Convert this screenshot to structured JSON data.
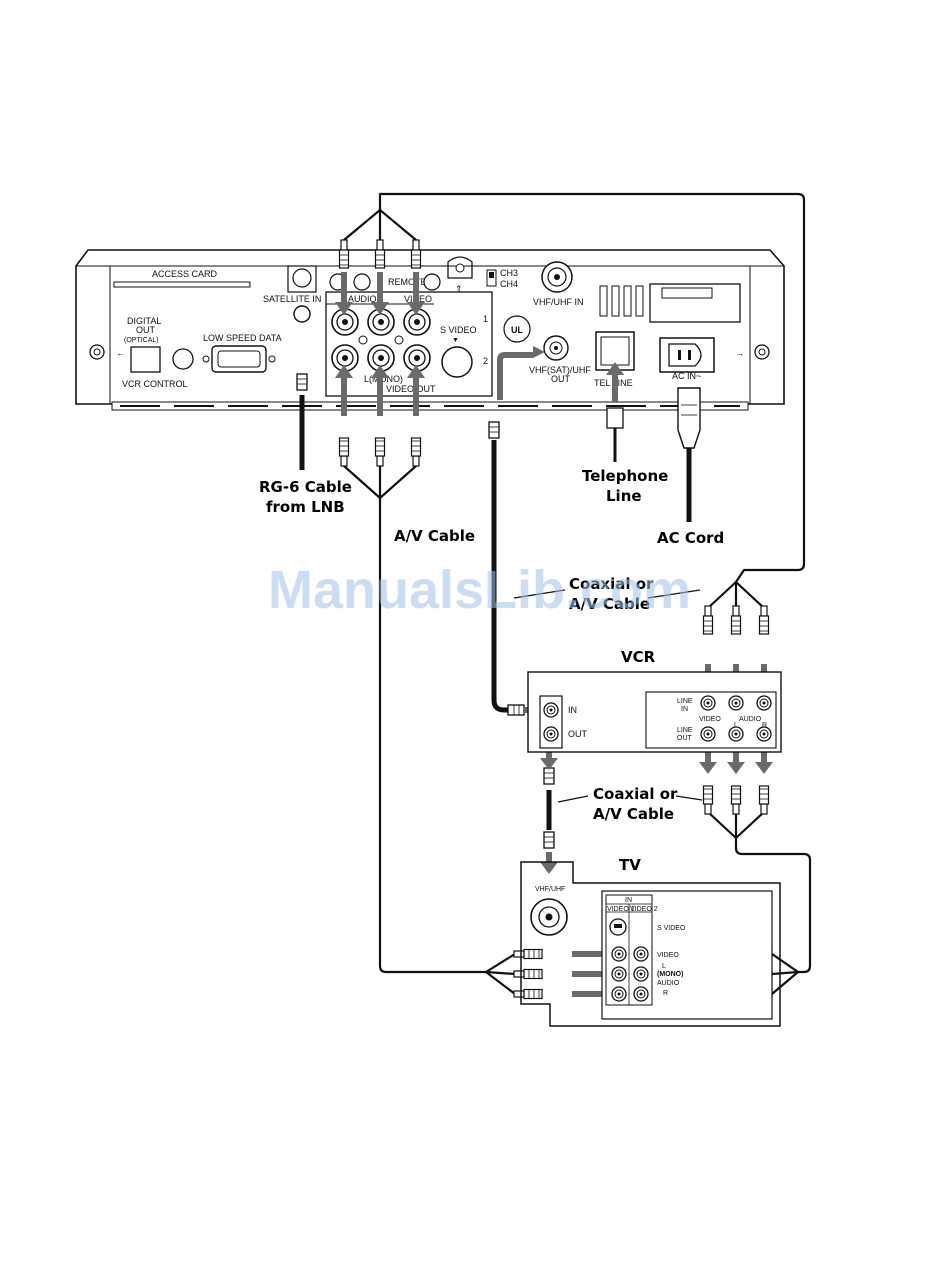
{
  "receiver": {
    "access_card": "ACCESS CARD",
    "satellite_in": "SATELLITE IN",
    "digital_out": "DIGITAL",
    "digital_out_2": "OUT",
    "digital_out_3": "(OPTICAL)",
    "low_speed_data": "LOW SPEED DATA",
    "vcr_control": "VCR CONTROL",
    "audio": "AUDIO",
    "video": "VIDEO",
    "remote": "REMOTE",
    "s_video": "S VIDEO",
    "l_mono": "L(MONO)",
    "video_out": "VIDEO OUT",
    "row_1": "1",
    "row_2": "2",
    "ch3": "CH3",
    "ch4": "CH4",
    "vhf_uhf_in": "VHF/UHF IN",
    "vhf_sat_uhf_out": "VHF(SAT)/UHF",
    "vhf_out": "OUT",
    "tel_line": "TEL LINE",
    "ac_in": "AC IN~",
    "ul": "UL"
  },
  "labels": {
    "rg6_line1": "RG-6 Cable",
    "rg6_line2": "from LNB",
    "av_cable": "A/V Cable",
    "telephone_line1": "Telephone",
    "telephone_line2": "Line",
    "ac_cord": "AC Cord",
    "coax_upper_line1": "Coaxial or",
    "coax_upper_line2": "A/V Cable",
    "coax_lower_line1": "Coaxial or",
    "coax_lower_line2": "A/V Cable",
    "watermark": "ManualsLib.com"
  },
  "vcr": {
    "title": "VCR",
    "in": "IN",
    "out": "OUT",
    "line_in_1": "LINE",
    "line_in_2": "IN",
    "line_out_1": "LINE",
    "line_out_2": "OUT",
    "video": "VIDEO",
    "audio": "AUDIO",
    "l": "L",
    "r": "R"
  },
  "tv": {
    "title": "TV",
    "vhf_uhf": "VHF/UHF",
    "in": "IN",
    "video1": "VIDEO 1",
    "video2": "VIDEO 2",
    "s_video": "S VIDEO",
    "video": "VIDEO",
    "l": "L",
    "mono": "(MONO)",
    "audio": "AUDIO",
    "r": "R"
  }
}
